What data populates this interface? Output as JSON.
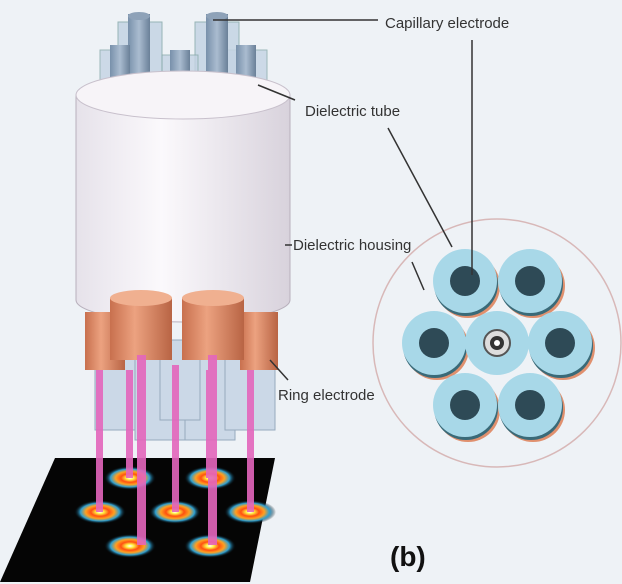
{
  "labels": {
    "capillary_electrode": "Capillary electrode",
    "dielectric_tube": "Dielectric tube",
    "dielectric_housing": "Dielectric housing",
    "ring_electrode": "Ring electrode",
    "panel": "(b)"
  },
  "colors": {
    "housing": "#f4f0f6",
    "ring": "#e0906e",
    "tube": "#b8cce0",
    "capillary": "#8fa6bf",
    "jet": "#e060b8",
    "disc": "#a8d8e8",
    "disc_core": "#2e4a56",
    "plate": "#050505"
  }
}
